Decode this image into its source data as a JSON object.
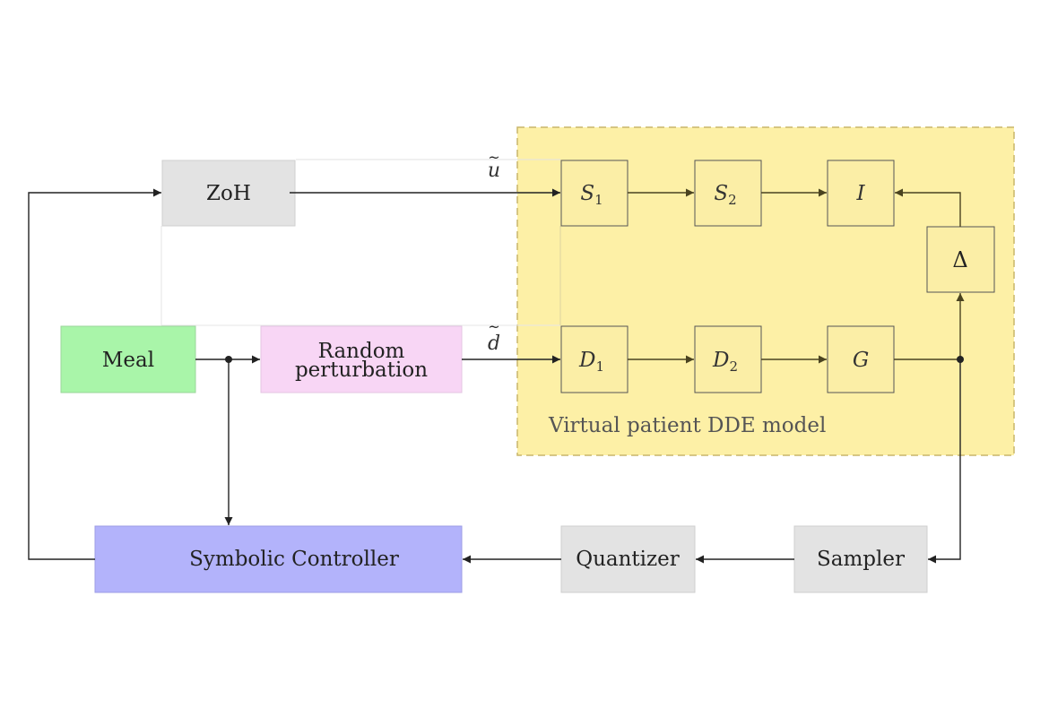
{
  "diagram": {
    "region": {
      "label": "Virtual patient DDE model",
      "fill": "#fdf0a6",
      "border": "#c9b56a"
    },
    "blocks": {
      "zoh": {
        "label": "ZoH",
        "fill": "#e3e3e3"
      },
      "meal": {
        "label": "Meal",
        "fill": "#a9f5a9"
      },
      "random": {
        "line1": "Random",
        "line2": "perturbation",
        "fill": "#f8d6f5"
      },
      "controller": {
        "label": "Symbolic Controller",
        "fill": "#b3b3fb"
      },
      "quantizer": {
        "label": "Quantizer",
        "fill": "#e3e3e3"
      },
      "sampler": {
        "label": "Sampler",
        "fill": "#e3e3e3"
      },
      "s1": {
        "label": "S",
        "sub": "1"
      },
      "s2": {
        "label": "S",
        "sub": "2"
      },
      "i": {
        "label": "I"
      },
      "delta": {
        "label": "Δ"
      },
      "d1": {
        "label": "D",
        "sub": "1"
      },
      "d2": {
        "label": "D",
        "sub": "2"
      },
      "g": {
        "label": "G"
      }
    },
    "signals": {
      "u": "u",
      "d": "d",
      "tilde": "~"
    },
    "colors": {
      "line": "#222222",
      "inner_line": "#4a4320"
    }
  }
}
